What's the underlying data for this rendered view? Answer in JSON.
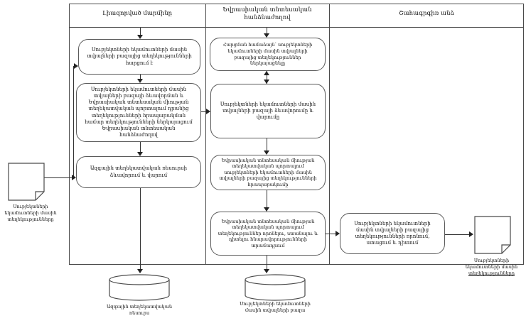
{
  "diagram": {
    "lanes": [
      {
        "title": "Լիազորված մարմինը"
      },
      {
        "title": "Եվրասիական տնտեսական հանձնաժողով"
      },
      {
        "title": "Շահագրգիռ անձ"
      }
    ],
    "lane1_steps": [
      {
        "text": "Սուբյեկտների եկամուտների մասին տվյալների բազայից տեղեկությունների հարցում է"
      },
      {
        "text": "Սուբյեկտների եկամուտների մասին տվյալների բազայի ձևավորման և Եվրասիական տնտեսական միության տեղեկատվական պորտալում դրանից տեղեկությունների հրապարակման համար տեղեկությունների ներկայացում Եվրասիական տնտեսական հանձնաժողով"
      },
      {
        "text": "Ազգային տեղեկատվական ռեսուրսի ձևավորում և վարում"
      }
    ],
    "lane2_steps": [
      {
        "text": "Հարցման համաձայն՝ սուբյեկտների եկամուտների մասին տվյալների բազայից տեղեկություններ ներկայացնելը"
      },
      {
        "text": "Սուբյեկտների եկամուտների մասին տվյալների բազայի ձևավորումը և վարումը"
      },
      {
        "text": "Եվրասիական տնտեսական միության տեղեկատվական պորտալում սուբյեկտների եկամուտների մասին տվյալների բազայից տեղեկությունների հրապարակումը"
      },
      {
        "text": "Եվրասիական տնտեսական միության տեղեկատվական պորտալում տեղեկություններ որոնելու, ստանալու և դիտելու հնարավորությունների տրամադրում"
      }
    ],
    "lane3_steps": [
      {
        "text": "Սուբյեկտների եկամուտների մասին տվյալների բազայից տեղեկությունների որոնում, ստացում և դիտում"
      }
    ],
    "datastores": [
      {
        "label": "Ազգային տեղեկատվական ռեսուրս"
      },
      {
        "label": "Սուբյեկտների եկամուտների մասին տվյալների բազա"
      }
    ],
    "documents": [
      {
        "label": "Սուբյեկտների եկամուտների մասին տեղեկությունները"
      },
      {
        "label": "Սուբյեկտների եկամուտների մասին",
        "label_underlined": "տեղեկությունները"
      }
    ],
    "colors": {
      "line": "#333333",
      "border": "#5a5a5a",
      "text": "#111111",
      "background": "#ffffff"
    }
  }
}
